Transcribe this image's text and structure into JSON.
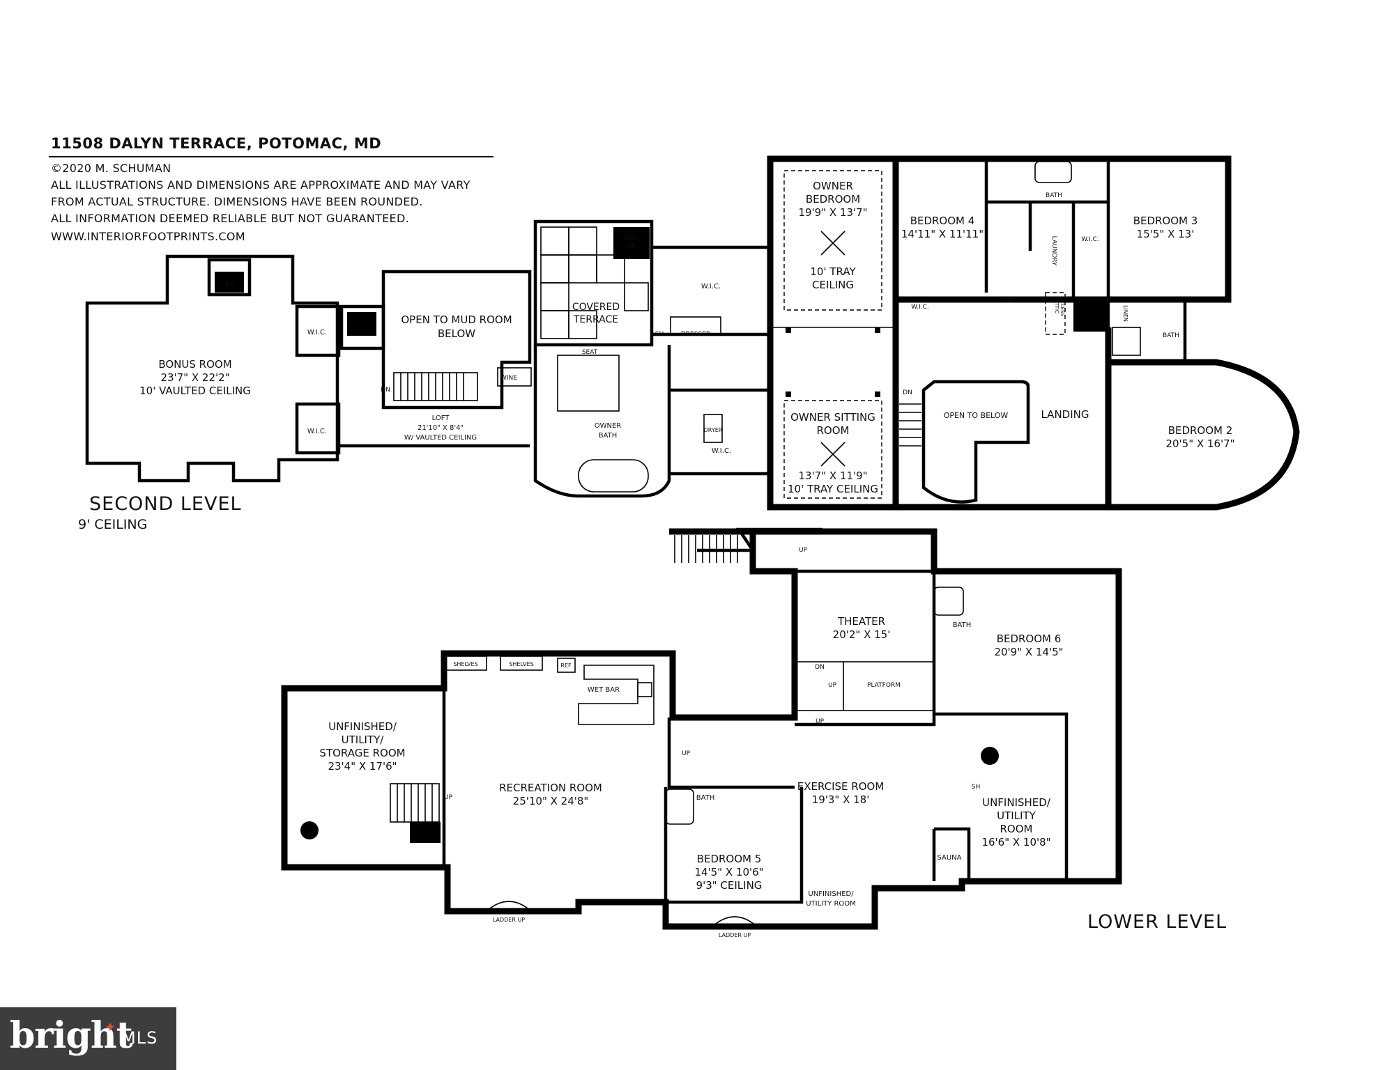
{
  "header": {
    "title": "11508 DALYN TERRACE, POTOMAC, MD",
    "lines": [
      "©2020 M. SCHUMAN",
      "ALL ILLUSTRATIONS AND DIMENSIONS ARE APPROXIMATE AND MAY VARY",
      "FROM ACTUAL STRUCTURE. DIMENSIONS HAVE BEEN ROUNDED.",
      "ALL INFORMATION DEEMED RELIABLE BUT NOT GUARANTEED.",
      "WWW.INTERIORFOOTPRINTS.COM"
    ]
  },
  "second_level": {
    "label": "SECOND LEVEL",
    "ceiling": "9' CEILING",
    "rooms": {
      "bonus": [
        "BONUS ROOM",
        "23'7\" X 22'2\"",
        "10' VAULTED CEILING"
      ],
      "fp": "FP",
      "wic_a": "W.I.C.",
      "wic_b": "W.I.C.",
      "open_mud": [
        "OPEN TO MUD ROOM",
        "BELOW"
      ],
      "dn": "DN",
      "wine": "WINE",
      "loft": [
        "LOFT",
        "21'10\" X 8'4\"",
        "W/ VAULTED CEILING"
      ],
      "gas_fp": [
        "GAS",
        "FP"
      ],
      "covered_terrace": [
        "COVERED",
        "TERRACE"
      ],
      "seat": "SEAT",
      "owner_bath": [
        "OWNER",
        "BATH"
      ],
      "wic_top": "W.I.C.",
      "sh": "SH",
      "dresser": "DRESSER",
      "wic_low": "W.I.C.",
      "dryer": "DRYER",
      "owner_bedroom": [
        "OWNER",
        "BEDROOM",
        "19'9\" X 13'7\""
      ],
      "tray_1": [
        "10' TRAY",
        "CEILING"
      ],
      "owner_sitting": [
        "OWNER SITTING",
        "ROOM"
      ],
      "sitting_dims": "13'7\" X 11'9\"",
      "tray_2": "10' TRAY CEILING",
      "bedroom4": [
        "BEDROOM 4",
        "14'11\" X 11'11\""
      ],
      "wic_b4": "W.I.C.",
      "bath_top": "BATH",
      "laundry": "LAUNDRY",
      "wic_b3": "W.I.C.",
      "lin": "LIN",
      "attic": [
        "ATTIC",
        "ACCESS"
      ],
      "bedroom3": [
        "BEDROOM 3",
        "15'5\" X 13'"
      ],
      "linen": "LINEN",
      "bath_b2": "BATH",
      "dn_stair": "DN",
      "open_below": "OPEN TO BELOW",
      "landing": "LANDING",
      "bedroom2": [
        "BEDROOM 2",
        "20'5\" X 16'7\""
      ]
    }
  },
  "lower_level": {
    "label": "LOWER LEVEL",
    "rooms": {
      "up_top": "UP",
      "theater": [
        "THEATER",
        "20'2\" X 15'"
      ],
      "dn": "DN",
      "up_mid": "UP",
      "platform": "PLATFORM",
      "up_low": "UP",
      "bath_b6": "BATH",
      "bedroom6": [
        "BEDROOM 6",
        "20'9\" X 14'5\""
      ],
      "shelves_1": "SHELVES",
      "shelves_2": "SHELVES",
      "ref": "REF",
      "wet_bar": "WET BAR",
      "unfinished_storage": [
        "UNFINISHED/",
        "UTILITY/",
        "STORAGE ROOM",
        "23'4\" X 17'6\""
      ],
      "up_stair": "UP",
      "recreation": [
        "RECREATION ROOM",
        "25'10\" X 24'8\""
      ],
      "up_rec": "UP",
      "bath_b5": "BATH",
      "exercise": [
        "EXERCISE ROOM",
        "19'3\" X 18'"
      ],
      "sh": "SH",
      "unfinished_utility": [
        "UNFINISHED/",
        "UTILITY",
        "ROOM",
        "16'6\" X 10'8\""
      ],
      "sauna": "SAUNA",
      "bedroom5": [
        "BEDROOM 5",
        "14'5\" X 10'6\"",
        "9'3\" CEILING"
      ],
      "unf_util_small": [
        "UNFINISHED/",
        "UTILITY ROOM"
      ],
      "ladder_1": "LADDER UP",
      "ladder_2": "LADDER UP"
    }
  },
  "logo": {
    "brand": "bright",
    "suffix": "MLS",
    "accent": "#d9532c"
  }
}
